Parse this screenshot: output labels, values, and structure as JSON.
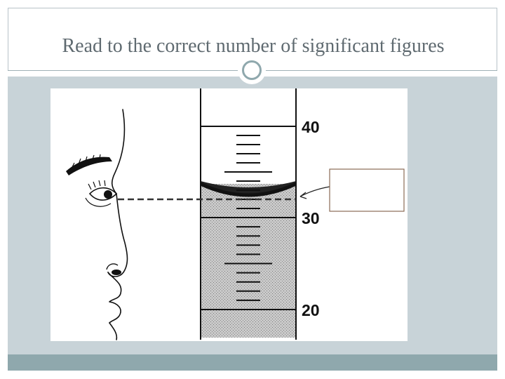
{
  "slide": {
    "title": "Read to the correct number of significant figures"
  },
  "figure": {
    "scale_labels": [
      "40",
      "30",
      "20"
    ],
    "answer_box_text": ""
  }
}
